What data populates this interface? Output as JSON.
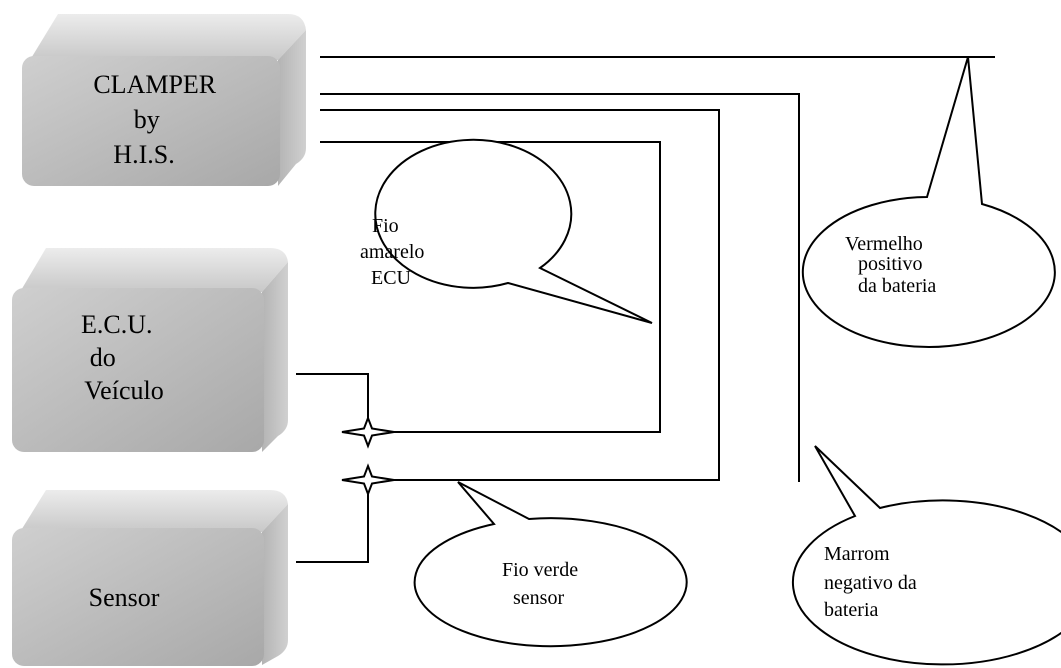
{
  "boxes": {
    "clamper": {
      "lines": [
        "CLAMPER",
        "by",
        "H.I.S."
      ]
    },
    "ecu": {
      "lines": [
        "E.C.U.",
        "do",
        "Veículo"
      ]
    },
    "sensor": {
      "lines": [
        "Sensor"
      ]
    }
  },
  "callouts": {
    "vermelho": {
      "lines": [
        "Vermelho",
        "positivo",
        "da bateria"
      ]
    },
    "amarelo": {
      "lines": [
        "Fio",
        "amarelo",
        "ECU"
      ]
    },
    "marrom": {
      "lines": [
        "Marrom",
        "negativo da",
        "bateria"
      ]
    },
    "verde": {
      "lines": [
        "Fio verde",
        "sensor"
      ]
    }
  },
  "colors": {
    "box_face": "#bdbdbd",
    "box_top": "#d9d9d9",
    "box_side": "#a9a9a9",
    "line": "#000000",
    "callout_fill": "#ffffff"
  }
}
